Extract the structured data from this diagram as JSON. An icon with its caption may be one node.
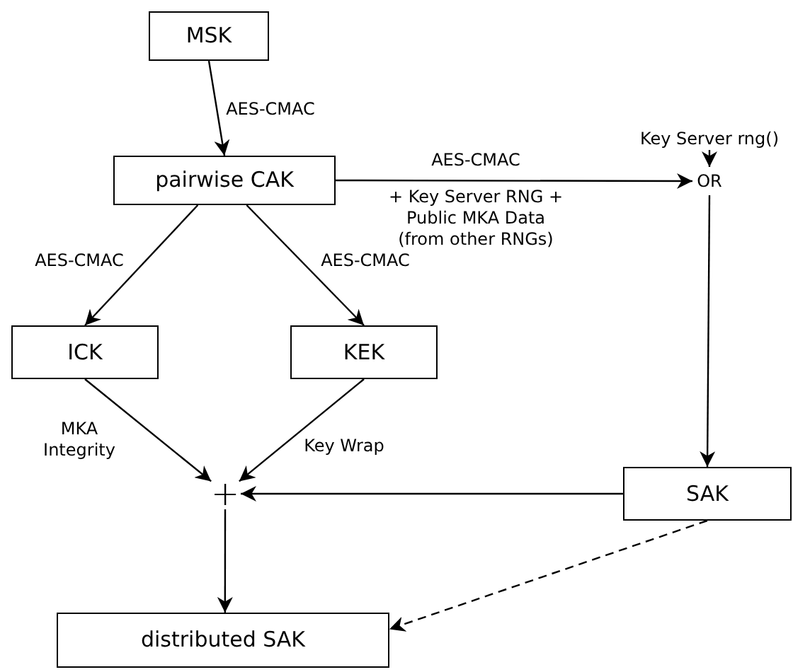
{
  "diagram": {
    "nodes": [
      {
        "text": [
          "MSK"
        ]
      },
      {
        "text": [
          "pairwise CAK"
        ]
      },
      {
        "text": [
          "ICK"
        ]
      },
      {
        "text": [
          "KEK"
        ]
      },
      {
        "text": [
          "+"
        ]
      },
      {
        "text": [
          "distributed SAK"
        ]
      },
      {
        "text": [
          "SAK"
        ]
      },
      {
        "text": [
          "OR"
        ]
      },
      {
        "text": [
          "Key Server rng()"
        ]
      }
    ],
    "edges": [
      {
        "from": 0,
        "to": 1,
        "arrow": "to",
        "label": "AES-CMAC"
      },
      {
        "from": 1,
        "to": 7,
        "arrow": "to",
        "label": "AES-CMAC"
      },
      {
        "from": 1,
        "to": 2,
        "arrow": "to",
        "label": "AES-CMAC"
      },
      {
        "from": 1,
        "to": 3,
        "arrow": "to",
        "label": "AES-CMAC"
      },
      {
        "from": 2,
        "to": 4,
        "arrow": "to",
        "label": "MKA Integrity"
      },
      {
        "from": 3,
        "to": 4,
        "arrow": "to",
        "label": "Key Wrap"
      },
      {
        "from": 6,
        "to": 4,
        "arrow": "to"
      },
      {
        "from": 4,
        "to": 5,
        "arrow": "to"
      },
      {
        "from": 6,
        "to": 5,
        "arrow": "to",
        "style": "dashed"
      },
      {
        "from": 7,
        "to": 6,
        "arrow": "to"
      },
      {
        "from": 8,
        "to": 7,
        "arrow": "to"
      }
    ],
    "labels": [
      "+ Key Server RNG + Public MKA Data (from other RNGs)"
    ]
  }
}
